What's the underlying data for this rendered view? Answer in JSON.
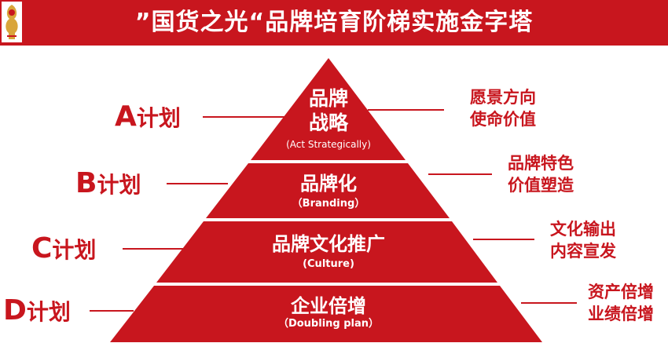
{
  "header": {
    "title": "”国货之光“品牌培育阶梯实施金字塔",
    "background_color": "#c8161e",
    "logo_icon": "red-seal-logo-icon"
  },
  "colors": {
    "accent": "#c8161e",
    "text_on_accent": "#ffffff"
  },
  "plans": [
    {
      "letter": "A",
      "word": "计划"
    },
    {
      "letter": "B",
      "word": "计划"
    },
    {
      "letter": "C",
      "word": "计划"
    },
    {
      "letter": "D",
      "word": "计划"
    }
  ],
  "levels": [
    {
      "title_line1": "品牌",
      "title_line2": "战略",
      "subtitle": "(Act Strategically)"
    },
    {
      "title": "品牌化",
      "subtitle": "（Branding）"
    },
    {
      "title": "品牌文化推广",
      "subtitle": "(Culture)"
    },
    {
      "title": "企业倍增",
      "subtitle": "（Doubling plan）"
    }
  ],
  "outcomes": [
    {
      "line1": "愿景方向",
      "line2": "使命价值"
    },
    {
      "line1": "品牌特色",
      "line2": "价值塑造"
    },
    {
      "line1": "文化输出",
      "line2": "内容宣发"
    },
    {
      "line1": "资产倍增",
      "line2": "业绩倍增"
    }
  ]
}
